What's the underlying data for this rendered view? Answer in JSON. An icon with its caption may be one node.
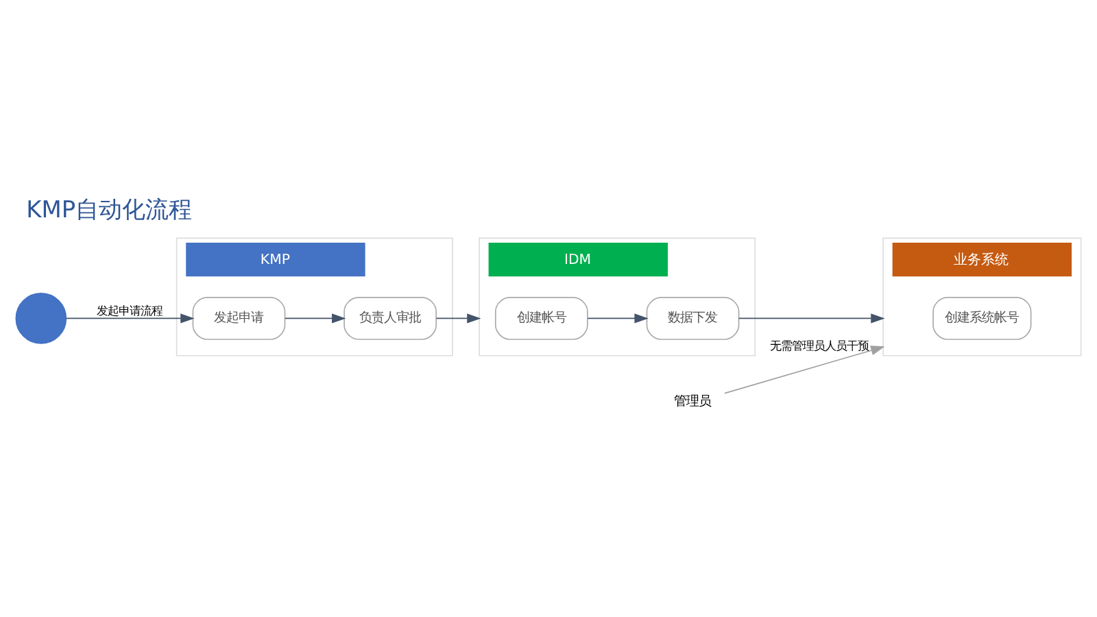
{
  "diagram": {
    "title": "KMP自动化流程",
    "nodes": [
      {
        "text": [],
        "shape": "person"
      },
      {
        "text": [
          "KMP"
        ]
      },
      {
        "text": [
          "发起申请"
        ],
        "in": 1
      },
      {
        "text": [
          "负责人审批"
        ],
        "in": 1
      },
      {
        "text": [
          "IDM"
        ]
      },
      {
        "text": [
          "创建帐号"
        ],
        "in": 4
      },
      {
        "text": [
          "数据下发"
        ],
        "in": 4
      },
      {
        "text": [
          "业务系统"
        ]
      },
      {
        "text": [
          "创建系统帐号"
        ],
        "in": 7
      },
      {
        "text": [
          "管理员"
        ]
      }
    ],
    "edges": [
      {
        "from": 0,
        "to": 2,
        "arrow": "to",
        "label": "发起申请流程"
      },
      {
        "from": 2,
        "to": 3,
        "arrow": "to"
      },
      {
        "from": 3,
        "to": 4,
        "arrow": "to"
      },
      {
        "from": 5,
        "to": 6,
        "arrow": "to"
      },
      {
        "from": 6,
        "to": 7,
        "arrow": "to"
      },
      {
        "from": 9,
        "to": 7,
        "arrow": "to",
        "label": "无需管理员人员干预",
        "color": "#a0a0a0"
      }
    ]
  }
}
